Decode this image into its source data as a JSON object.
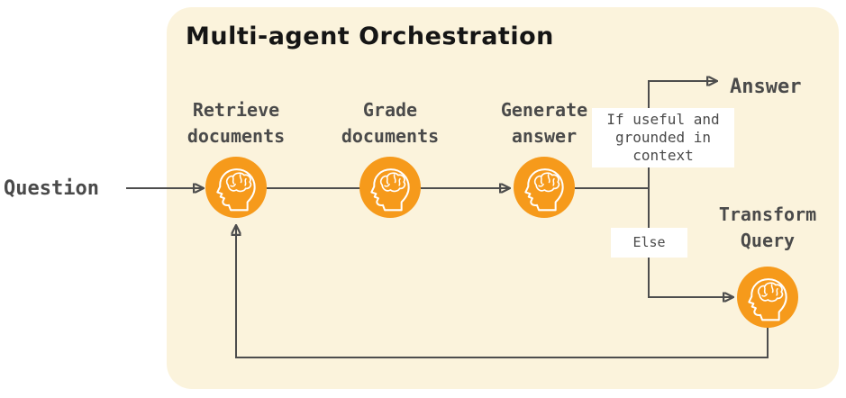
{
  "title": "Multi-agent Orchestration",
  "question_label": "Question",
  "answer_label": "Answer",
  "nodes": [
    {
      "label": "Retrieve\ndocuments"
    },
    {
      "label": "Grade\ndocuments"
    },
    {
      "label": "Generate\nanswer"
    },
    {
      "label": "Transform\nQuery"
    }
  ],
  "conditions": {
    "useful": "If useful and\ngrounded in\ncontext",
    "else": "Else"
  },
  "colors": {
    "panel_background": "#FBF3DC",
    "node_orange": "#F69A1B",
    "line_gray": "#4D4D4D",
    "text_gray": "#4A4A4A",
    "condition_box": "#FFFFFF"
  },
  "icons": {
    "agent": "brain-head-icon"
  }
}
